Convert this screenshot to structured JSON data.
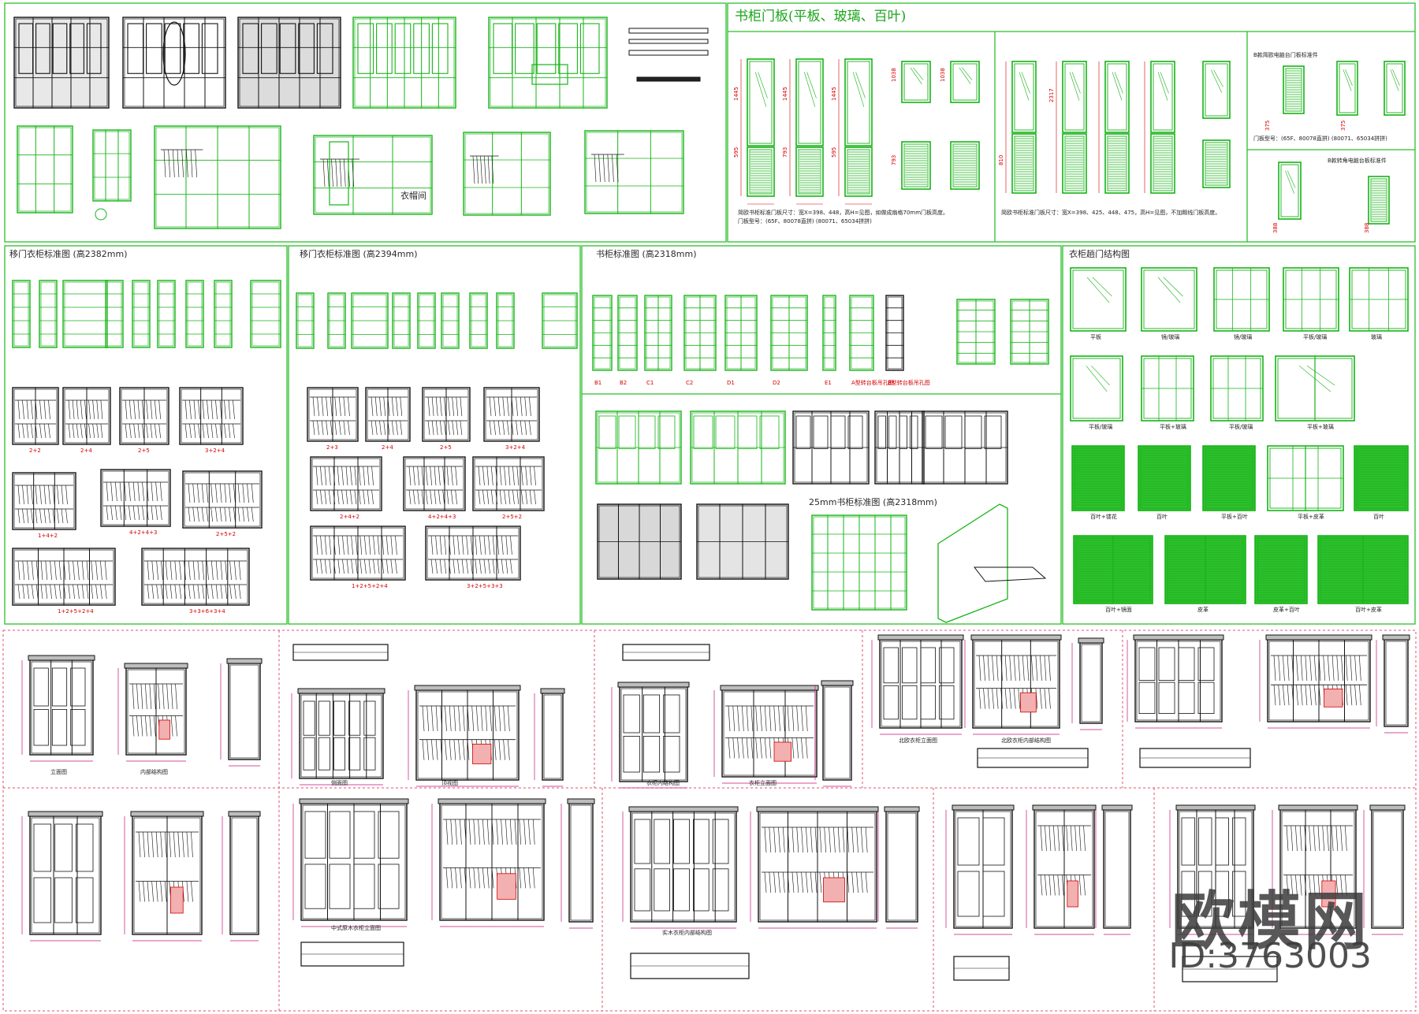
{
  "header": {
    "bookcase_doors_title": "书柜门板(平板、玻璃、百叶)",
    "sliding_wardrobe_title": "移门衣柜标准图 (高2394mm)",
    "bookcase_standard_title": "书柜标准图 (高2318mm)",
    "swing_wardrobe_title": "移门衣柜标准图 (高2382mm)",
    "door_structure_title": "衣柜趟门结构图",
    "bookcase_25mm_title": "25mm书柜标准图 (高2318mm)",
    "walk_in_label": "衣帽间"
  },
  "door_type_labels": [
    "平板",
    "镜/玻璃",
    "镜/玻璃",
    "平板/玻璃",
    "玻璃",
    "平板/玻璃",
    "平板+玻璃",
    "平板/玻璃",
    "平板+玻璃",
    "百叶+镂花",
    "百叶",
    "平板+百叶",
    "平板+皮革",
    "百叶",
    "百叶+镜面",
    "皮革",
    "皮革+百叶",
    "百叶+皮革"
  ],
  "combo_labels_left": [
    "2+2",
    "2+4",
    "2+5",
    "3+2+4",
    "1+4+2",
    "4+2+4+3",
    "2+5+2",
    "1+2+5+2+4",
    "3+3+6+3+4"
  ],
  "combo_labels_mid": [
    "2+3",
    "2+4",
    "2+5",
    "3+2+4",
    "2+4+2",
    "4+2+4+3",
    "2+5+2",
    "1+2+5+2+4",
    "3+2+5+3+3"
  ],
  "cabinet_codes": [
    "B1",
    "B2",
    "C1",
    "C2",
    "D1",
    "D2",
    "E1",
    "A型转台板吊孔图",
    "B型转台板吊孔图"
  ],
  "elevation_labels": [
    "立面图",
    "内部结构图",
    "侧面图",
    "顶视图",
    "衣柜内结构图",
    "衣柜立面图",
    "北欧衣柜立面图",
    "北欧衣柜内部结构图",
    "中式原木衣柜立面图",
    "实木衣柜内部结构图"
  ],
  "door_notes": [
    "简欧书柜标准门板尺寸：宽X=398、448，高H=见图，如做成扇格70mm门板高度。",
    "门板型号：(65F、80078直拼) (80071、65034拼拼)",
    "简欧书柜标准门板尺寸：宽X=398、425、448、475，高H=见图，不加踢线门板高度。",
    "B款简欧电脑台门板标准件",
    "门板型号：(65F、80078直拼) (80071、65034拼拼)",
    "B款转角电脑台板标准件"
  ],
  "dimension_samples": [
    "1445",
    "1445",
    "1445",
    "1038",
    "1038",
    "595",
    "793",
    "595",
    "793",
    "810",
    "2317",
    "375",
    "375",
    "388",
    "388"
  ],
  "watermark": {
    "logo": "欧模网",
    "id": "ID:3763003"
  },
  "colors": {
    "cad_green": "#17b317",
    "cad_black": "#111111",
    "dim_red": "#d40000",
    "dim_magenta": "#c4127c",
    "frame_border": "#2bbf2b",
    "sheet_border_dotted": "#e0506a"
  }
}
